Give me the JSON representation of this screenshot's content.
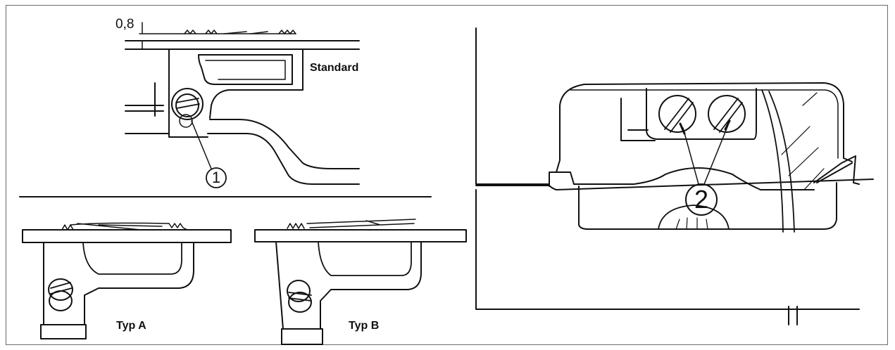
{
  "labels": {
    "standard": "Standard",
    "typ_a": "Typ A",
    "typ_b": "Typ B",
    "dimension": "0,8"
  },
  "callouts": {
    "screw_1": "1",
    "screws_2": "2"
  }
}
